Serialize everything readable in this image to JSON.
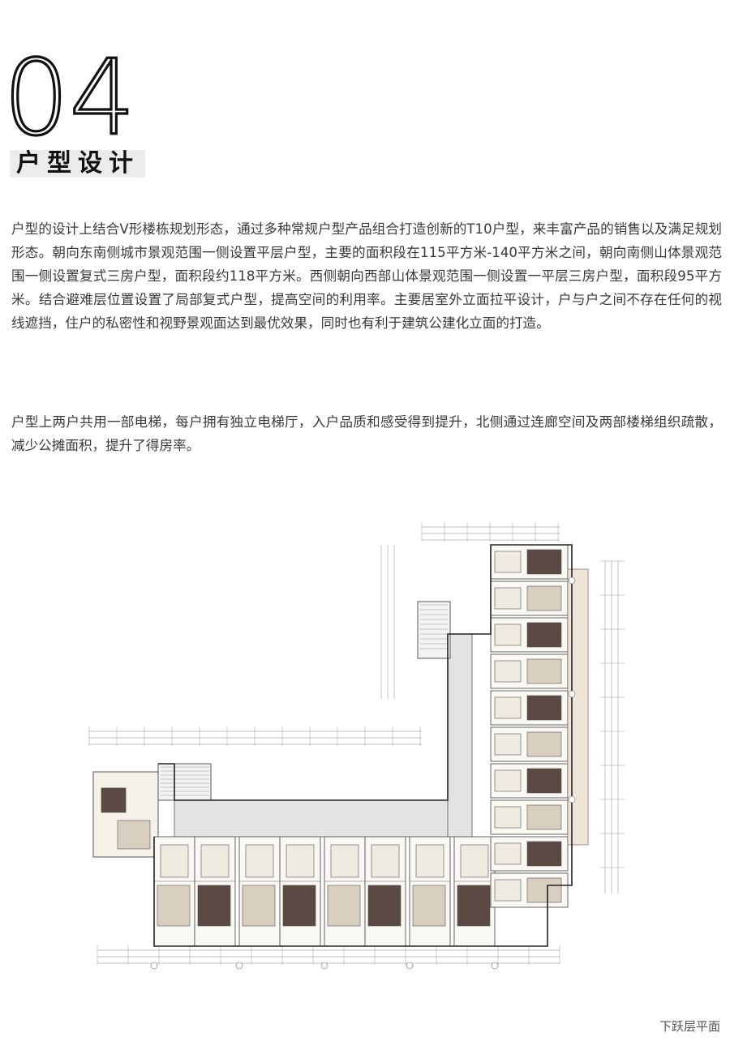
{
  "section": {
    "number": "04",
    "title": "户型设计"
  },
  "paragraphs": [
    "户型的设计上结合V形楼栋规划形态，通过多种常规户型产品组合打造创新的T10户型，来丰富产品的销售以及满足规划形态。朝向东南侧城市景观范围一侧设置平层户型，主要的面积段在115平方米-140平方米之间，朝向南侧山体景观范围一侧设置复式三房户型，面积段约118平方米。西侧朝向西部山体景观范围一侧设置一平层三房户型，面积段95平方米。结合避难层位置设置了局部复式户型，提高空间的利用率。主要居室外立面拉平设计，户与户之间不存在任何的视线遮挡，住户的私密性和视野景观面达到最优效果，同时也有利于建筑公建化立面的打造。",
    "户型上两户共用一部电梯，每户拥有独立电梯厅，入户品质和感受得到提升，北侧通过连廊空间及两部楼梯组织疏散，减少公摊面积，提升了得房率。"
  ],
  "figure": {
    "caption": "下跃层平面"
  },
  "colors": {
    "accent_floor": "#d9cfc0",
    "dark_room": "#5b4a44",
    "corridor": "#e3e3e3"
  }
}
